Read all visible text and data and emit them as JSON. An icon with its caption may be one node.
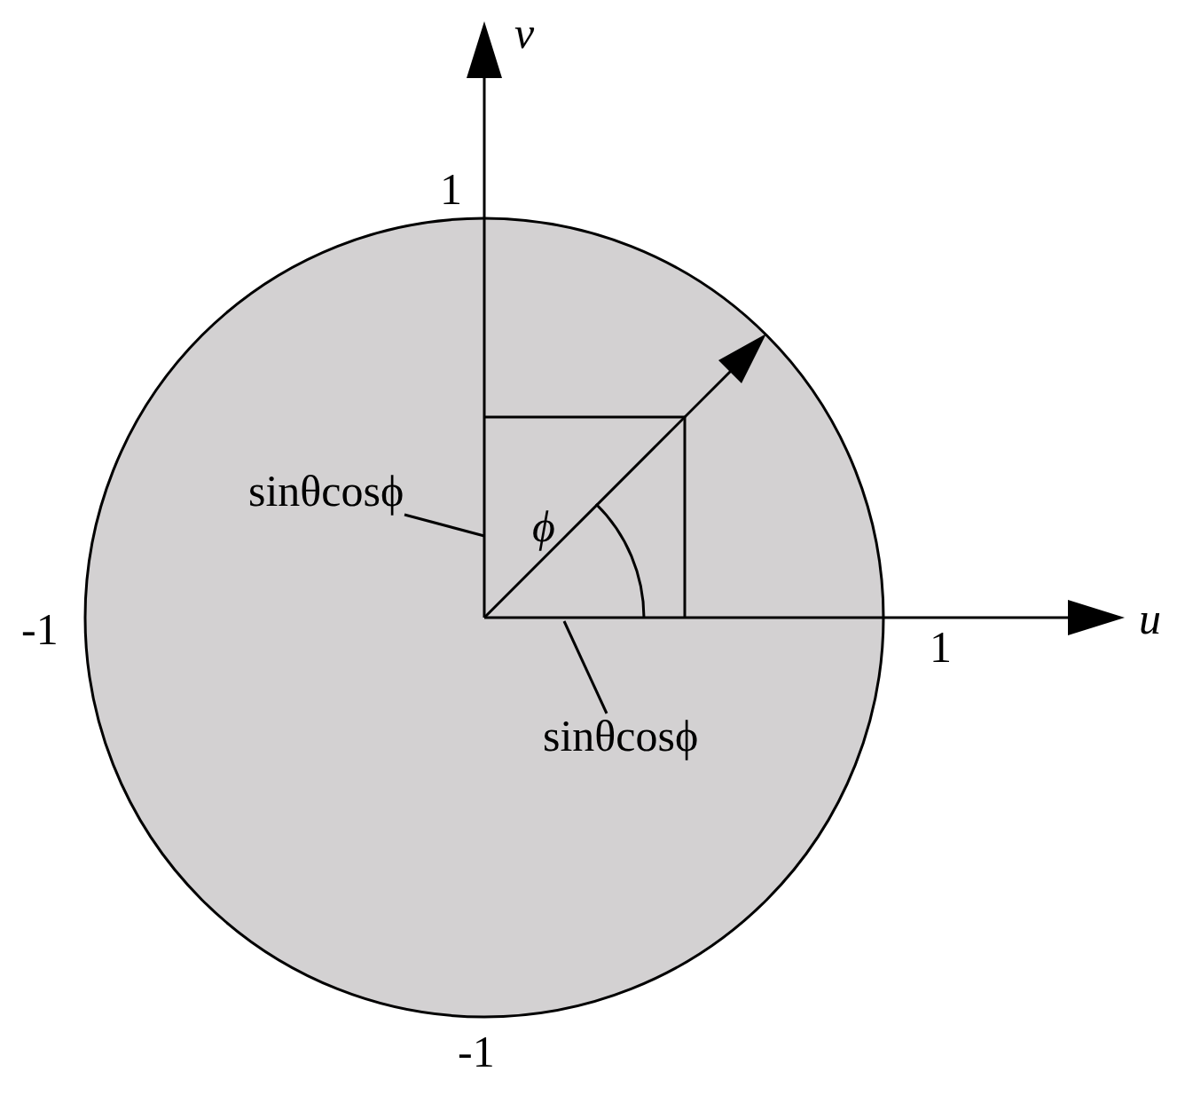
{
  "diagram": {
    "nodes": [
      {
        "text": [
          "sinθcosϕ"
        ]
      },
      {
        "text": [
          "sinθcosϕ"
        ]
      }
    ],
    "edges": [
      {
        "from": 0,
        "to": null,
        "arrow": "none"
      },
      {
        "from": 1,
        "to": null,
        "arrow": "none"
      }
    ],
    "labels": [
      "*v*",
      "1",
      "-1",
      "*u*",
      "1",
      "*ϕ*",
      "-1"
    ]
  }
}
